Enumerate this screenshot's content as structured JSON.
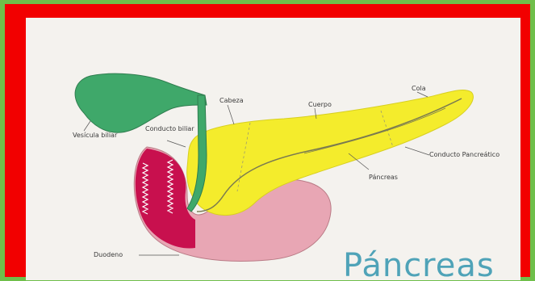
{
  "labels": {
    "vesicula": "Vesícula biliar",
    "conducto_biliar": "Conducto biliar",
    "cabeza": "Cabeza",
    "cuerpo": "Cuerpo",
    "cola": "Cola",
    "conducto_pancreatico": "Conducto Pancreático",
    "pancreas": "Páncreas",
    "duodeno": "Duodeno"
  },
  "title": "Páncreas",
  "colors": {
    "outer": "#6fbf4a",
    "frame": "#f20000",
    "gallbladder": "#3fa86a",
    "pancreas": "#f4ec2c",
    "duodenum_outer": "#e8a6b4",
    "duodenum_inner": "#c8104e",
    "title": "#4fa3b8"
  }
}
